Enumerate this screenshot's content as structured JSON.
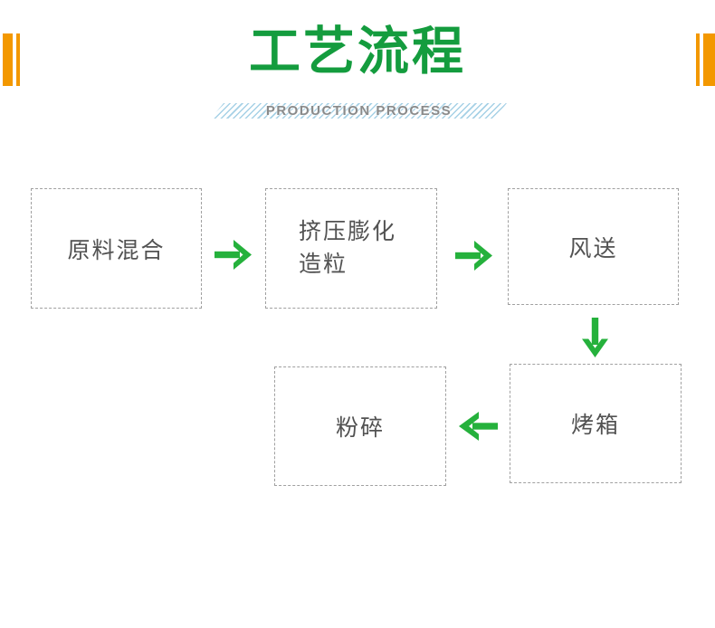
{
  "header": {
    "title": "工艺流程",
    "subtitle": "PRODUCTION PROCESS"
  },
  "colors": {
    "title_green": "#149c3e",
    "arrow_green": "#25b13c",
    "accent_orange": "#f39800",
    "stripe_blue": "#a6d1e6",
    "subtitle_gray": "#8a8a8a",
    "box_border": "#a0a0a0",
    "box_text": "#525252",
    "background": "#ffffff"
  },
  "flowchart": {
    "steps": [
      {
        "label": "原料混合"
      },
      {
        "label": "挤压膨化造粒"
      },
      {
        "label": "风送"
      },
      {
        "label": "烤箱"
      },
      {
        "label": "粉碎"
      }
    ],
    "connections": [
      {
        "from": "原料混合",
        "to": "挤压膨化造粒",
        "direction": "right"
      },
      {
        "from": "挤压膨化造粒",
        "to": "风送",
        "direction": "right"
      },
      {
        "from": "风送",
        "to": "烤箱",
        "direction": "down"
      },
      {
        "from": "烤箱",
        "to": "粉碎",
        "direction": "left"
      }
    ]
  }
}
